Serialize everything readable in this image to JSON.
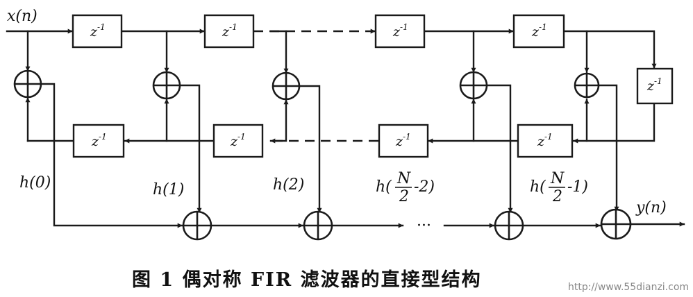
{
  "diagram": {
    "input_label": "x(n)",
    "output_label": "y(n)",
    "delay_label_base": "z",
    "delay_label_exp": "-1",
    "delay_blocks": [
      {
        "id": "d1"
      },
      {
        "id": "d2"
      },
      {
        "id": "d3"
      },
      {
        "id": "d4"
      },
      {
        "id": "d5"
      },
      {
        "id": "d6"
      },
      {
        "id": "d7"
      },
      {
        "id": "d8"
      },
      {
        "id": "d9"
      }
    ],
    "coefficients": [
      {
        "text": "h(0)"
      },
      {
        "text": "h(1)"
      },
      {
        "text": "h(2)"
      },
      {
        "prefix": "h(",
        "num": "N",
        "den": "2",
        "suffix": "-2)"
      },
      {
        "prefix": "h(",
        "num": "N",
        "den": "2",
        "suffix": "-1)"
      }
    ],
    "ellipsis": "···",
    "caption": "图 1   偶对称 FIR 滤波器的直接型结构",
    "watermark": "http://www.55dianzi.com"
  }
}
